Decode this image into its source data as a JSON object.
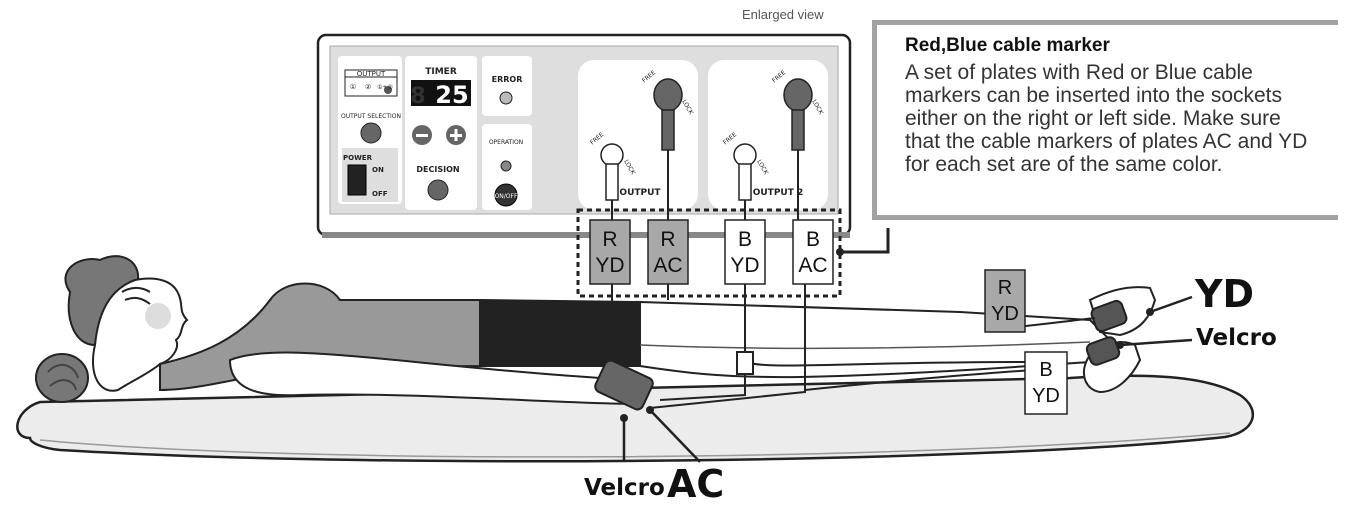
{
  "enlarged_view": "Enlarged view",
  "callout": {
    "title": "Red,Blue cable marker",
    "body": "A set of plates with Red or Blue cable markers can be inserted into the sockets either on the right or left side. Make sure that the cable markers of plates AC and YD for each set are of the same color."
  },
  "device": {
    "output_header": "OUTPUT",
    "output_opts": [
      "①",
      "②",
      "①+②"
    ],
    "output_selection": "OUTPUT SELECTION",
    "timer_label": "TIMER",
    "timer_value": "25",
    "timer_ghost": "8",
    "error_label": "ERROR",
    "power_label": "POWER",
    "on_label": "ON",
    "off_label": "OFF",
    "decision_label": "DECISION",
    "operation_label": "OPERATION",
    "onoff_button": "ON/OFF",
    "free_label": "FREE",
    "lock_label": "LOCK",
    "output1_label": "OUTPUT",
    "output2_label": "OUTPUT 2"
  },
  "markers": [
    {
      "line1": "R",
      "line2": "YD",
      "color": "#a8a8a8"
    },
    {
      "line1": "R",
      "line2": "AC",
      "color": "#a8a8a8"
    },
    {
      "line1": "B",
      "line2": "YD",
      "color": "#ffffff"
    },
    {
      "line1": "B",
      "line2": "AC",
      "color": "#ffffff"
    }
  ],
  "ankle_markers": [
    {
      "line1": "R",
      "line2": "YD",
      "color": "#a8a8a8"
    },
    {
      "line1": "B",
      "line2": "YD",
      "color": "#ffffff"
    }
  ],
  "labels": {
    "yd": "YD",
    "velcro_right": "Velcro",
    "velcro_bottom": "Velcro",
    "ac": "AC"
  }
}
